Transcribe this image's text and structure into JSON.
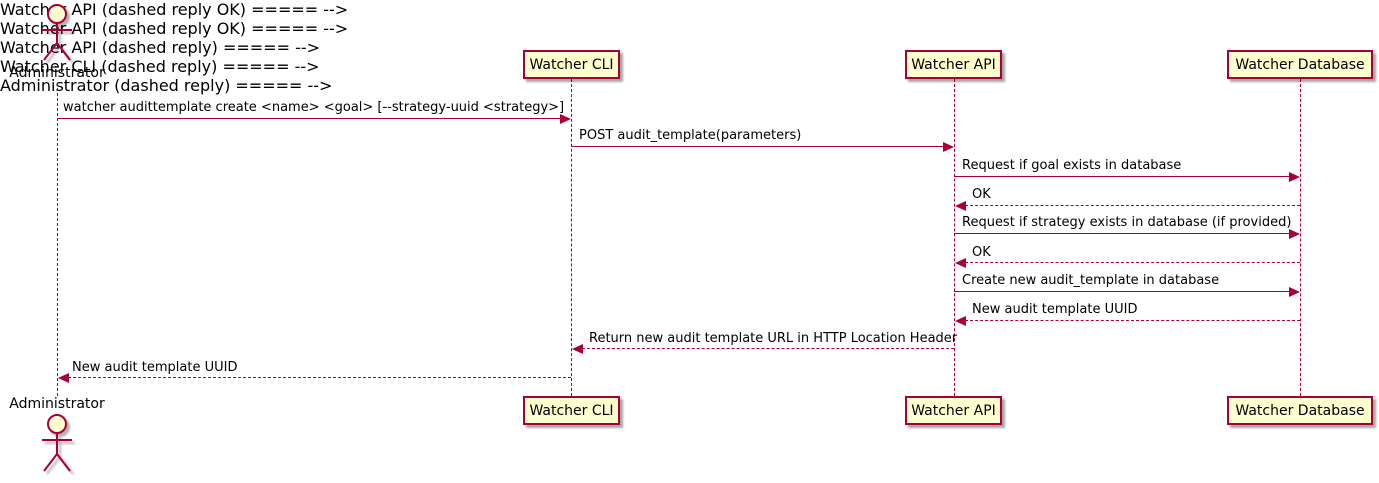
{
  "diagram": {
    "type": "uml-sequence",
    "actor": {
      "name": "Administrator"
    },
    "participants": [
      {
        "name": "Watcher CLI"
      },
      {
        "name": "Watcher API"
      },
      {
        "name": "Watcher Database"
      }
    ],
    "messages": [
      {
        "from": "Administrator",
        "to": "Watcher CLI",
        "style": "solid",
        "text": "watcher audittemplate create <name> <goal> [--strategy-uuid <strategy>]"
      },
      {
        "from": "Watcher CLI",
        "to": "Watcher API",
        "style": "solid",
        "text": "POST audit_template(parameters)"
      },
      {
        "from": "Watcher API",
        "to": "Watcher Database",
        "style": "solid",
        "text": "Request if goal exists in database"
      },
      {
        "from": "Watcher Database",
        "to": "Watcher API",
        "style": "dashed",
        "text": "OK"
      },
      {
        "from": "Watcher API",
        "to": "Watcher Database",
        "style": "solid",
        "text": "Request if strategy exists in database (if provided)"
      },
      {
        "from": "Watcher Database",
        "to": "Watcher API",
        "style": "dashed",
        "text": "OK"
      },
      {
        "from": "Watcher API",
        "to": "Watcher Database",
        "style": "solid",
        "text": "Create new audit_template in database"
      },
      {
        "from": "Watcher Database",
        "to": "Watcher API",
        "style": "dashed",
        "text": "New audit template UUID"
      },
      {
        "from": "Watcher API",
        "to": "Watcher CLI",
        "style": "dashed",
        "text": "Return new audit template URL in HTTP Location Header"
      },
      {
        "from": "Watcher CLI",
        "to": "Administrator",
        "style": "dashed",
        "text": "New audit template UUID"
      }
    ],
    "colors": {
      "box_fill": "#FEFECE",
      "line": "#A80036",
      "text": "#000000",
      "background": "#FFFFFF"
    }
  }
}
